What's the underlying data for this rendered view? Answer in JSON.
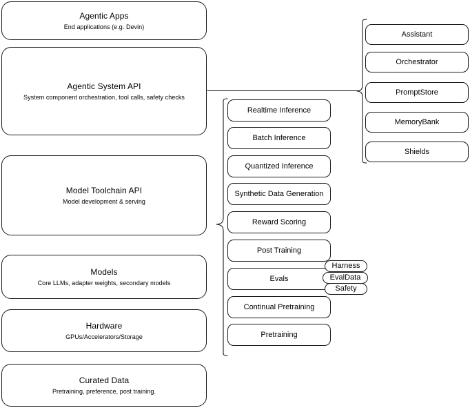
{
  "diagram": {
    "title": "AI Stack Architecture Diagram",
    "stroke_color": "#1a1a1a",
    "background_color": "#ffffff"
  },
  "layers": [
    {
      "name": "agentic-apps",
      "title": "Agentic Apps",
      "subtitle": "End applications (e.g. Devin)"
    },
    {
      "name": "agentic-system-api",
      "title": "Agentic System API",
      "subtitle": "System component orchestration, tool calls, safety checks"
    },
    {
      "name": "model-toolchain-api",
      "title": "Model Toolchain API",
      "subtitle": "Model development & serving"
    },
    {
      "name": "models",
      "title": "Models",
      "subtitle": "Core LLMs, adapter weights, secondary models"
    },
    {
      "name": "hardware",
      "title": "Hardware",
      "subtitle": "GPUs/Accelerators/Storage"
    },
    {
      "name": "curated-data",
      "title": "Curated Data",
      "subtitle": "Pretraining, preference, post training."
    }
  ],
  "agentic_components": [
    {
      "name": "assistant",
      "label": "Assistant"
    },
    {
      "name": "orchestrator",
      "label": "Orchestrator"
    },
    {
      "name": "promptstore",
      "label": "PromptStore"
    },
    {
      "name": "memorybank",
      "label": "MemoryBank"
    },
    {
      "name": "shields",
      "label": "Shields"
    }
  ],
  "toolchain_capabilities": [
    {
      "name": "realtime-inference",
      "label": "Realtime Inference"
    },
    {
      "name": "batch-inference",
      "label": "Batch Inference"
    },
    {
      "name": "quantized-inference",
      "label": "Quantized Inference"
    },
    {
      "name": "synthetic-data-generation",
      "label": "Synthetic Data Generation"
    },
    {
      "name": "reward-scoring",
      "label": "Reward Scoring"
    },
    {
      "name": "post-training",
      "label": "Post Training"
    },
    {
      "name": "evals",
      "label": "Evals"
    },
    {
      "name": "continual-pretraining",
      "label": "Continual Pretraining"
    },
    {
      "name": "pretraining",
      "label": "Pretraining"
    }
  ],
  "evals_subitems": [
    {
      "name": "harness",
      "label": "Harness"
    },
    {
      "name": "evaldata",
      "label": "EvalData"
    },
    {
      "name": "safety",
      "label": "Safety"
    }
  ]
}
